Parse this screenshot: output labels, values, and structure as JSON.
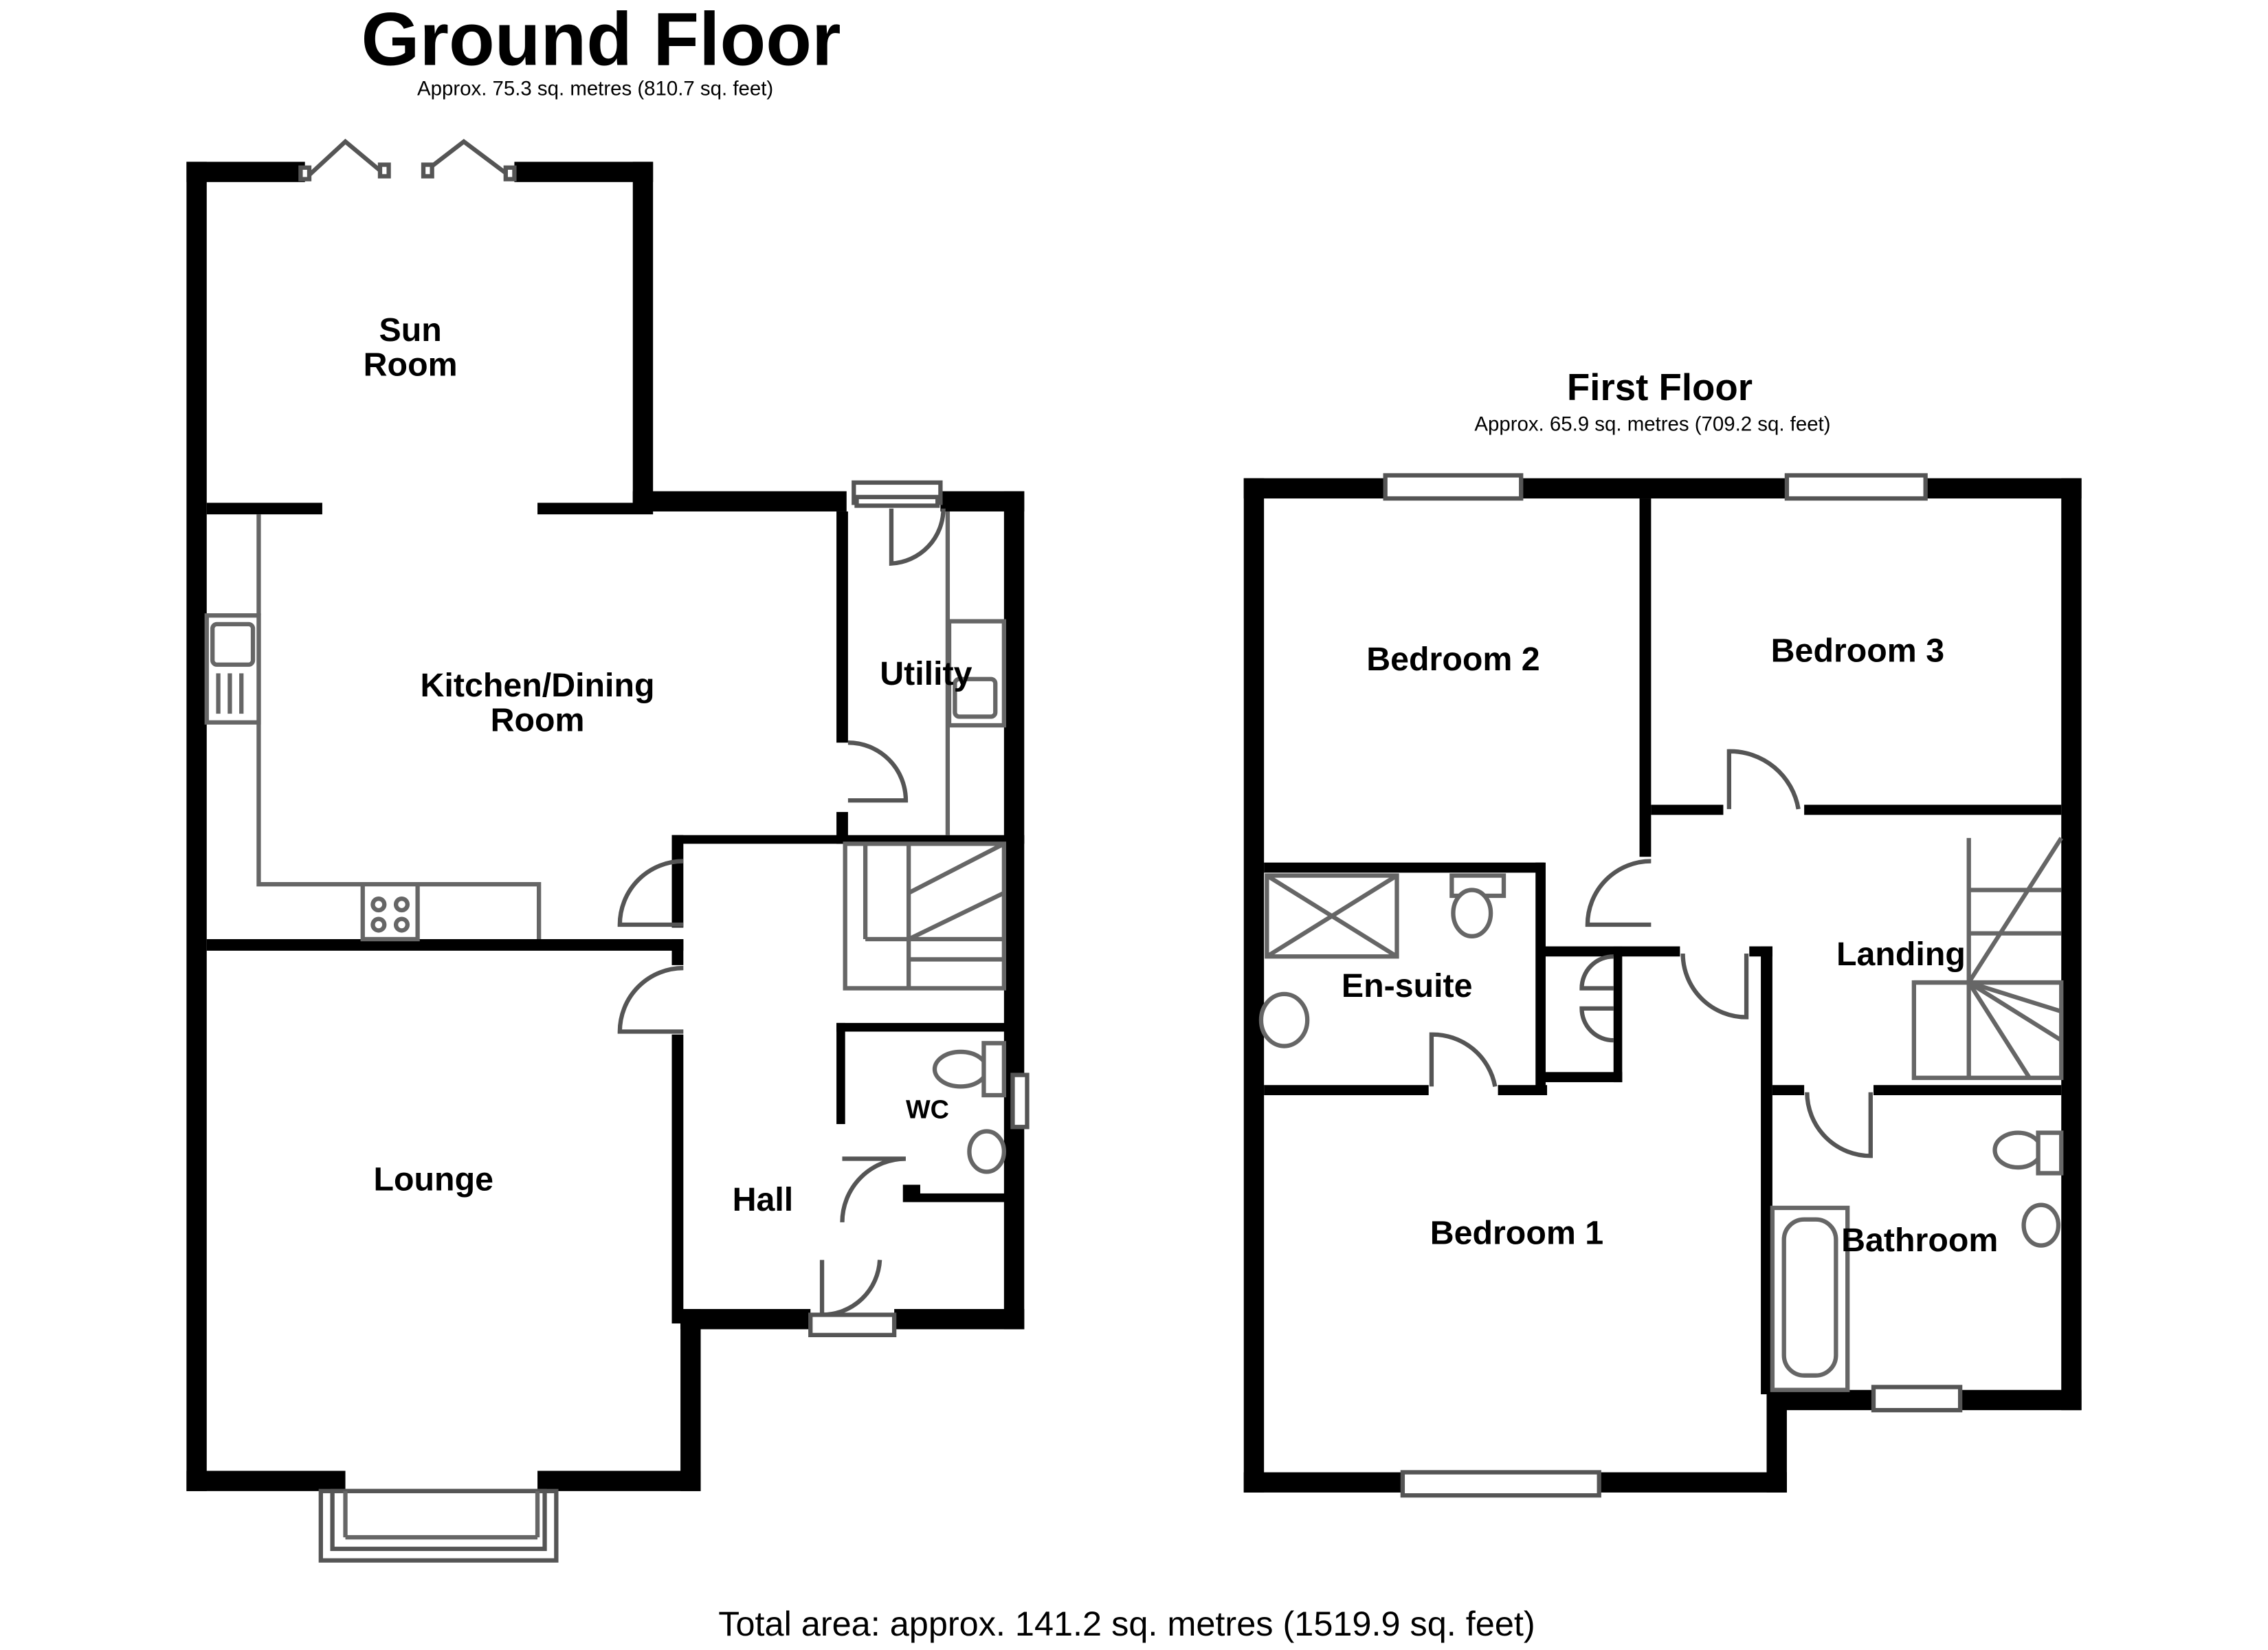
{
  "ground_floor": {
    "title": "Ground Floor",
    "area": "Approx. 75.3 sq. metres (810.7 sq. feet)",
    "rooms": {
      "sun_room_line1": "Sun",
      "sun_room_line2": "Room",
      "kitchen_line1": "Kitchen/Dining",
      "kitchen_line2": "Room",
      "utility": "Utility",
      "lounge": "Lounge",
      "hall": "Hall",
      "wc": "WC"
    }
  },
  "first_floor": {
    "title": "First Floor",
    "area": "Approx. 65.9 sq. metres (709.2 sq. feet)",
    "rooms": {
      "bedroom_2": "Bedroom 2",
      "bedroom_3": "Bedroom 3",
      "en_suite": "En-suite",
      "landing": "Landing",
      "bedroom_1": "Bedroom 1",
      "bathroom": "Bathroom"
    }
  },
  "total_area": "Total area: approx. 141.2 sq. metres (1519.9 sq. feet)"
}
